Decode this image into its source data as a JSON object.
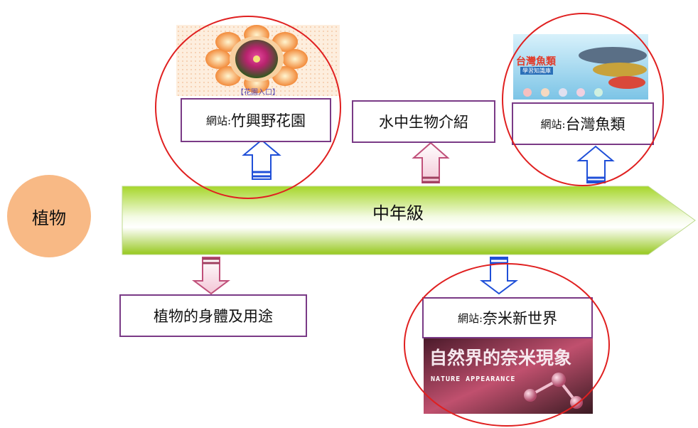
{
  "center": {
    "bubble_label": "植物",
    "band_label": "中年級"
  },
  "top_nodes": [
    {
      "prefix": "網站:",
      "title": "竹興野花園"
    },
    {
      "title": "水中生物介紹"
    },
    {
      "prefix": "網站:",
      "title": "台灣魚類"
    }
  ],
  "bottom_nodes": [
    {
      "title": "植物的身體及用途"
    },
    {
      "prefix": "網站:",
      "title": "奈米新世界"
    }
  ],
  "thumbnails": {
    "flower_caption": "【花園入口】",
    "fish_title": "台灣魚類",
    "fish_subtitle": "學習知識庫",
    "nano_title": "自然界的奈米現象",
    "nano_subtitle": "NATURE APPEARANCE"
  },
  "colors": {
    "bubble": "#f8b985",
    "box_border": "#7a3a86",
    "circle": "#e02020",
    "blue_arrow": "#1f4fd8",
    "pink_arrow": "#c0507a"
  }
}
